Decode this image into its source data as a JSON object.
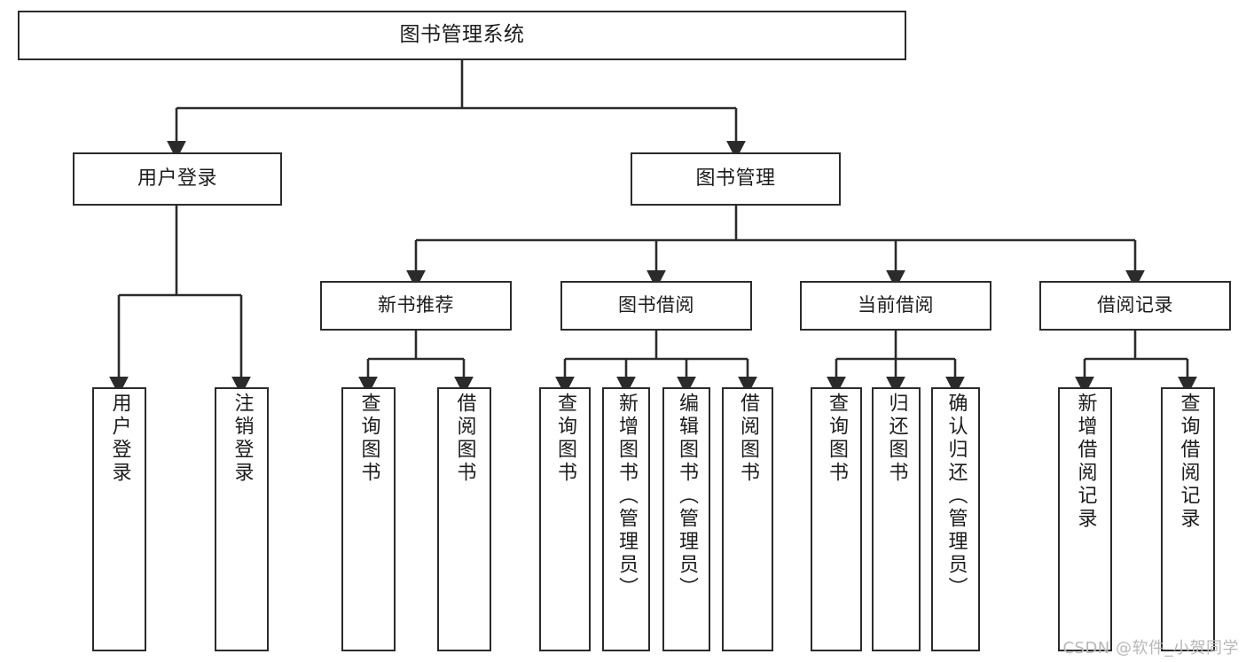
{
  "diagram": {
    "title": "图书管理系统",
    "type": "tree",
    "watermark": "CSDN @软件_小贺同学",
    "colors": {
      "stroke": "#2b2b2b",
      "box_fill": "#ffffff",
      "text": "#1c1c1c",
      "background": "#ffffff",
      "watermark": "#b8b8b8"
    }
  },
  "nodes": {
    "root": {
      "label": "图书管理系统",
      "level": 0
    },
    "level1": [
      {
        "id": "user-login",
        "label": "用户登录"
      },
      {
        "id": "book-management",
        "label": "图书管理"
      }
    ],
    "level2": [
      {
        "id": "new-book-recommend",
        "label": "新书推荐",
        "parent": "book-management"
      },
      {
        "id": "book-borrow",
        "label": "图书借阅",
        "parent": "book-management"
      },
      {
        "id": "current-borrow",
        "label": "当前借阅",
        "parent": "book-management"
      },
      {
        "id": "borrow-record",
        "label": "借阅记录",
        "parent": "book-management"
      }
    ],
    "leaves": [
      {
        "id": "leaf-user-login",
        "label": "用户登录",
        "parent": "user-login"
      },
      {
        "id": "leaf-user-logout",
        "label": "注销登录",
        "parent": "user-login"
      },
      {
        "id": "leaf-query-book-1",
        "label": "查询图书",
        "parent": "new-book-recommend"
      },
      {
        "id": "leaf-borrow-book-1",
        "label": "借阅图书",
        "parent": "new-book-recommend"
      },
      {
        "id": "leaf-query-book-2",
        "label": "查询图书",
        "parent": "book-borrow"
      },
      {
        "id": "leaf-add-book",
        "label": "新增图书（管理员）",
        "parent": "book-borrow"
      },
      {
        "id": "leaf-edit-book",
        "label": "编辑图书（管理员）",
        "parent": "book-borrow"
      },
      {
        "id": "leaf-borrow-book-2",
        "label": "借阅图书",
        "parent": "book-borrow"
      },
      {
        "id": "leaf-query-book-3",
        "label": "查询图书",
        "parent": "current-borrow"
      },
      {
        "id": "leaf-return-book",
        "label": "归还图书",
        "parent": "current-borrow"
      },
      {
        "id": "leaf-confirm-return",
        "label": "确认归还（管理员）",
        "parent": "current-borrow"
      },
      {
        "id": "leaf-add-record",
        "label": "新增借阅记录",
        "parent": "borrow-record"
      },
      {
        "id": "leaf-query-record",
        "label": "查询借阅记录",
        "parent": "borrow-record"
      }
    ]
  }
}
